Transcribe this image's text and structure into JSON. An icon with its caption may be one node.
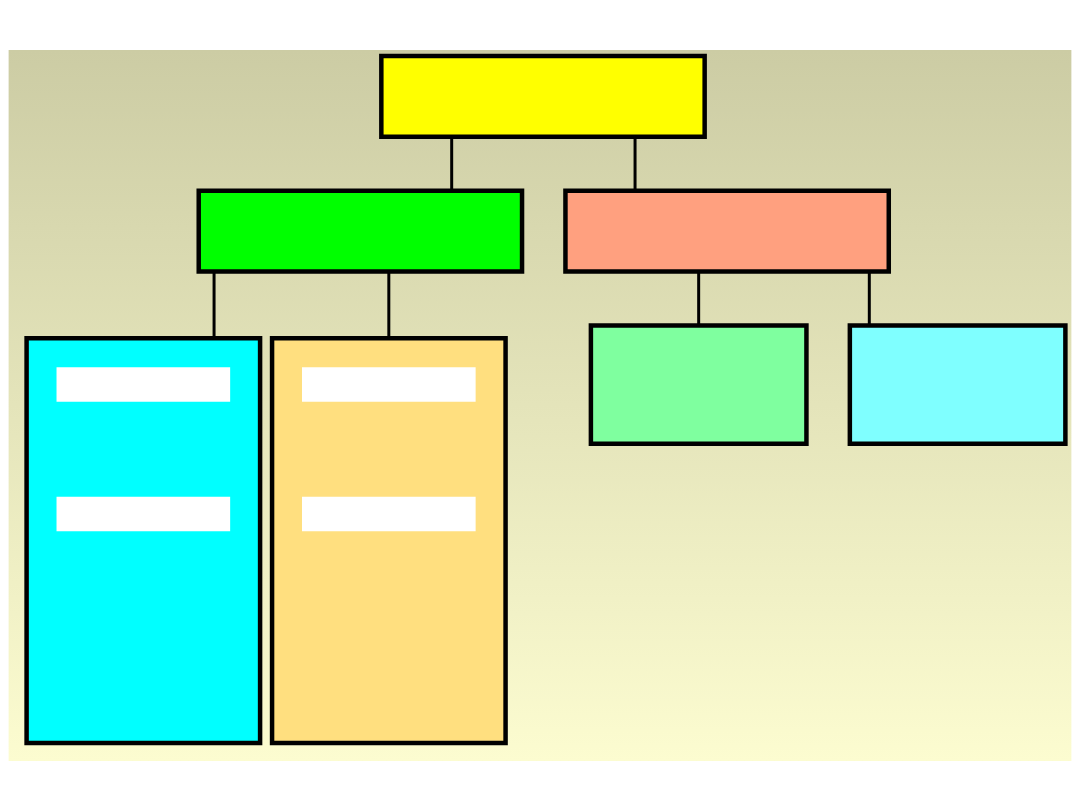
{
  "diagram": {
    "nodes": [
      {
        "text": [],
        "shape": "box"
      },
      {
        "text": [],
        "shape": "box"
      },
      {
        "text": [],
        "shape": "box"
      },
      {
        "text": [],
        "shape": "box"
      },
      {
        "text": [],
        "shape": "bar",
        "in": 3
      },
      {
        "text": [],
        "shape": "bar",
        "in": 3
      },
      {
        "text": [],
        "shape": "box"
      },
      {
        "text": [],
        "shape": "bar",
        "in": 6
      },
      {
        "text": [],
        "shape": "bar",
        "in": 6
      },
      {
        "text": [],
        "shape": "box"
      },
      {
        "text": [],
        "shape": "box"
      }
    ],
    "edges": [
      {
        "from": 0,
        "to": 1,
        "arrow": "none"
      },
      {
        "from": 0,
        "to": 2,
        "arrow": "none"
      },
      {
        "from": 1,
        "to": 3,
        "arrow": "none"
      },
      {
        "from": 1,
        "to": 6,
        "arrow": "none"
      },
      {
        "from": 2,
        "to": 9,
        "arrow": "none"
      },
      {
        "from": 2,
        "to": 10,
        "arrow": "none"
      }
    ]
  }
}
